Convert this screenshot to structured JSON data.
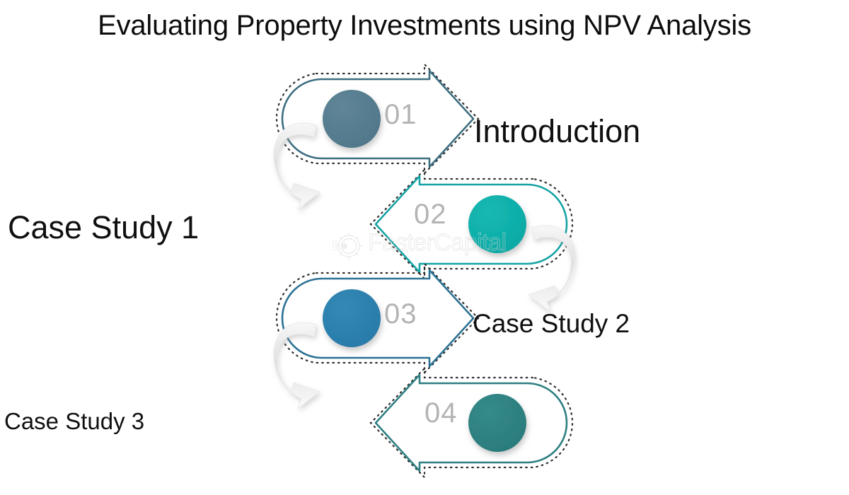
{
  "slide": {
    "title": "Evaluating Property Investments using NPV Analysis",
    "background_color": "#ffffff",
    "title_color": "#0d0d0d"
  },
  "diagram": {
    "type": "zigzag-arrow-process",
    "step_count": 4,
    "steps": [
      {
        "number": "01",
        "label": "Introduction",
        "direction": "right",
        "circle_color": "#527b8f",
        "stroke_color": "#3c6e80",
        "label_side": "right",
        "label_font_size": 45
      },
      {
        "number": "02",
        "label": "Case Study 1",
        "direction": "left",
        "circle_color": "#0fada8",
        "stroke_color": "#17a3a5",
        "label_side": "left",
        "label_font_size": 45
      },
      {
        "number": "03",
        "label": "Case Study 2",
        "direction": "right",
        "circle_color": "#2b7fae",
        "stroke_color": "#2b7194",
        "label_side": "right",
        "label_font_size": 37
      },
      {
        "number": "04",
        "label": "Case Study 3",
        "direction": "left",
        "circle_color": "#2e8080",
        "stroke_color": "#2e7f82",
        "label_side": "left",
        "label_font_size": 33
      }
    ],
    "connectors": [
      {
        "name": "connector-1-to-2",
        "side": "left",
        "points": "down"
      },
      {
        "name": "connector-2-to-3",
        "side": "right",
        "points": "down"
      },
      {
        "name": "connector-3-to-4",
        "side": "left",
        "points": "down"
      }
    ],
    "number_color": "#b4b4b4",
    "dotted_outline_color": "#2f2f2f",
    "connector_color": "#e2e2e2"
  },
  "watermark": {
    "text": "FasterCapital",
    "icon": "gear-icon",
    "color": "#d4d4d4"
  }
}
